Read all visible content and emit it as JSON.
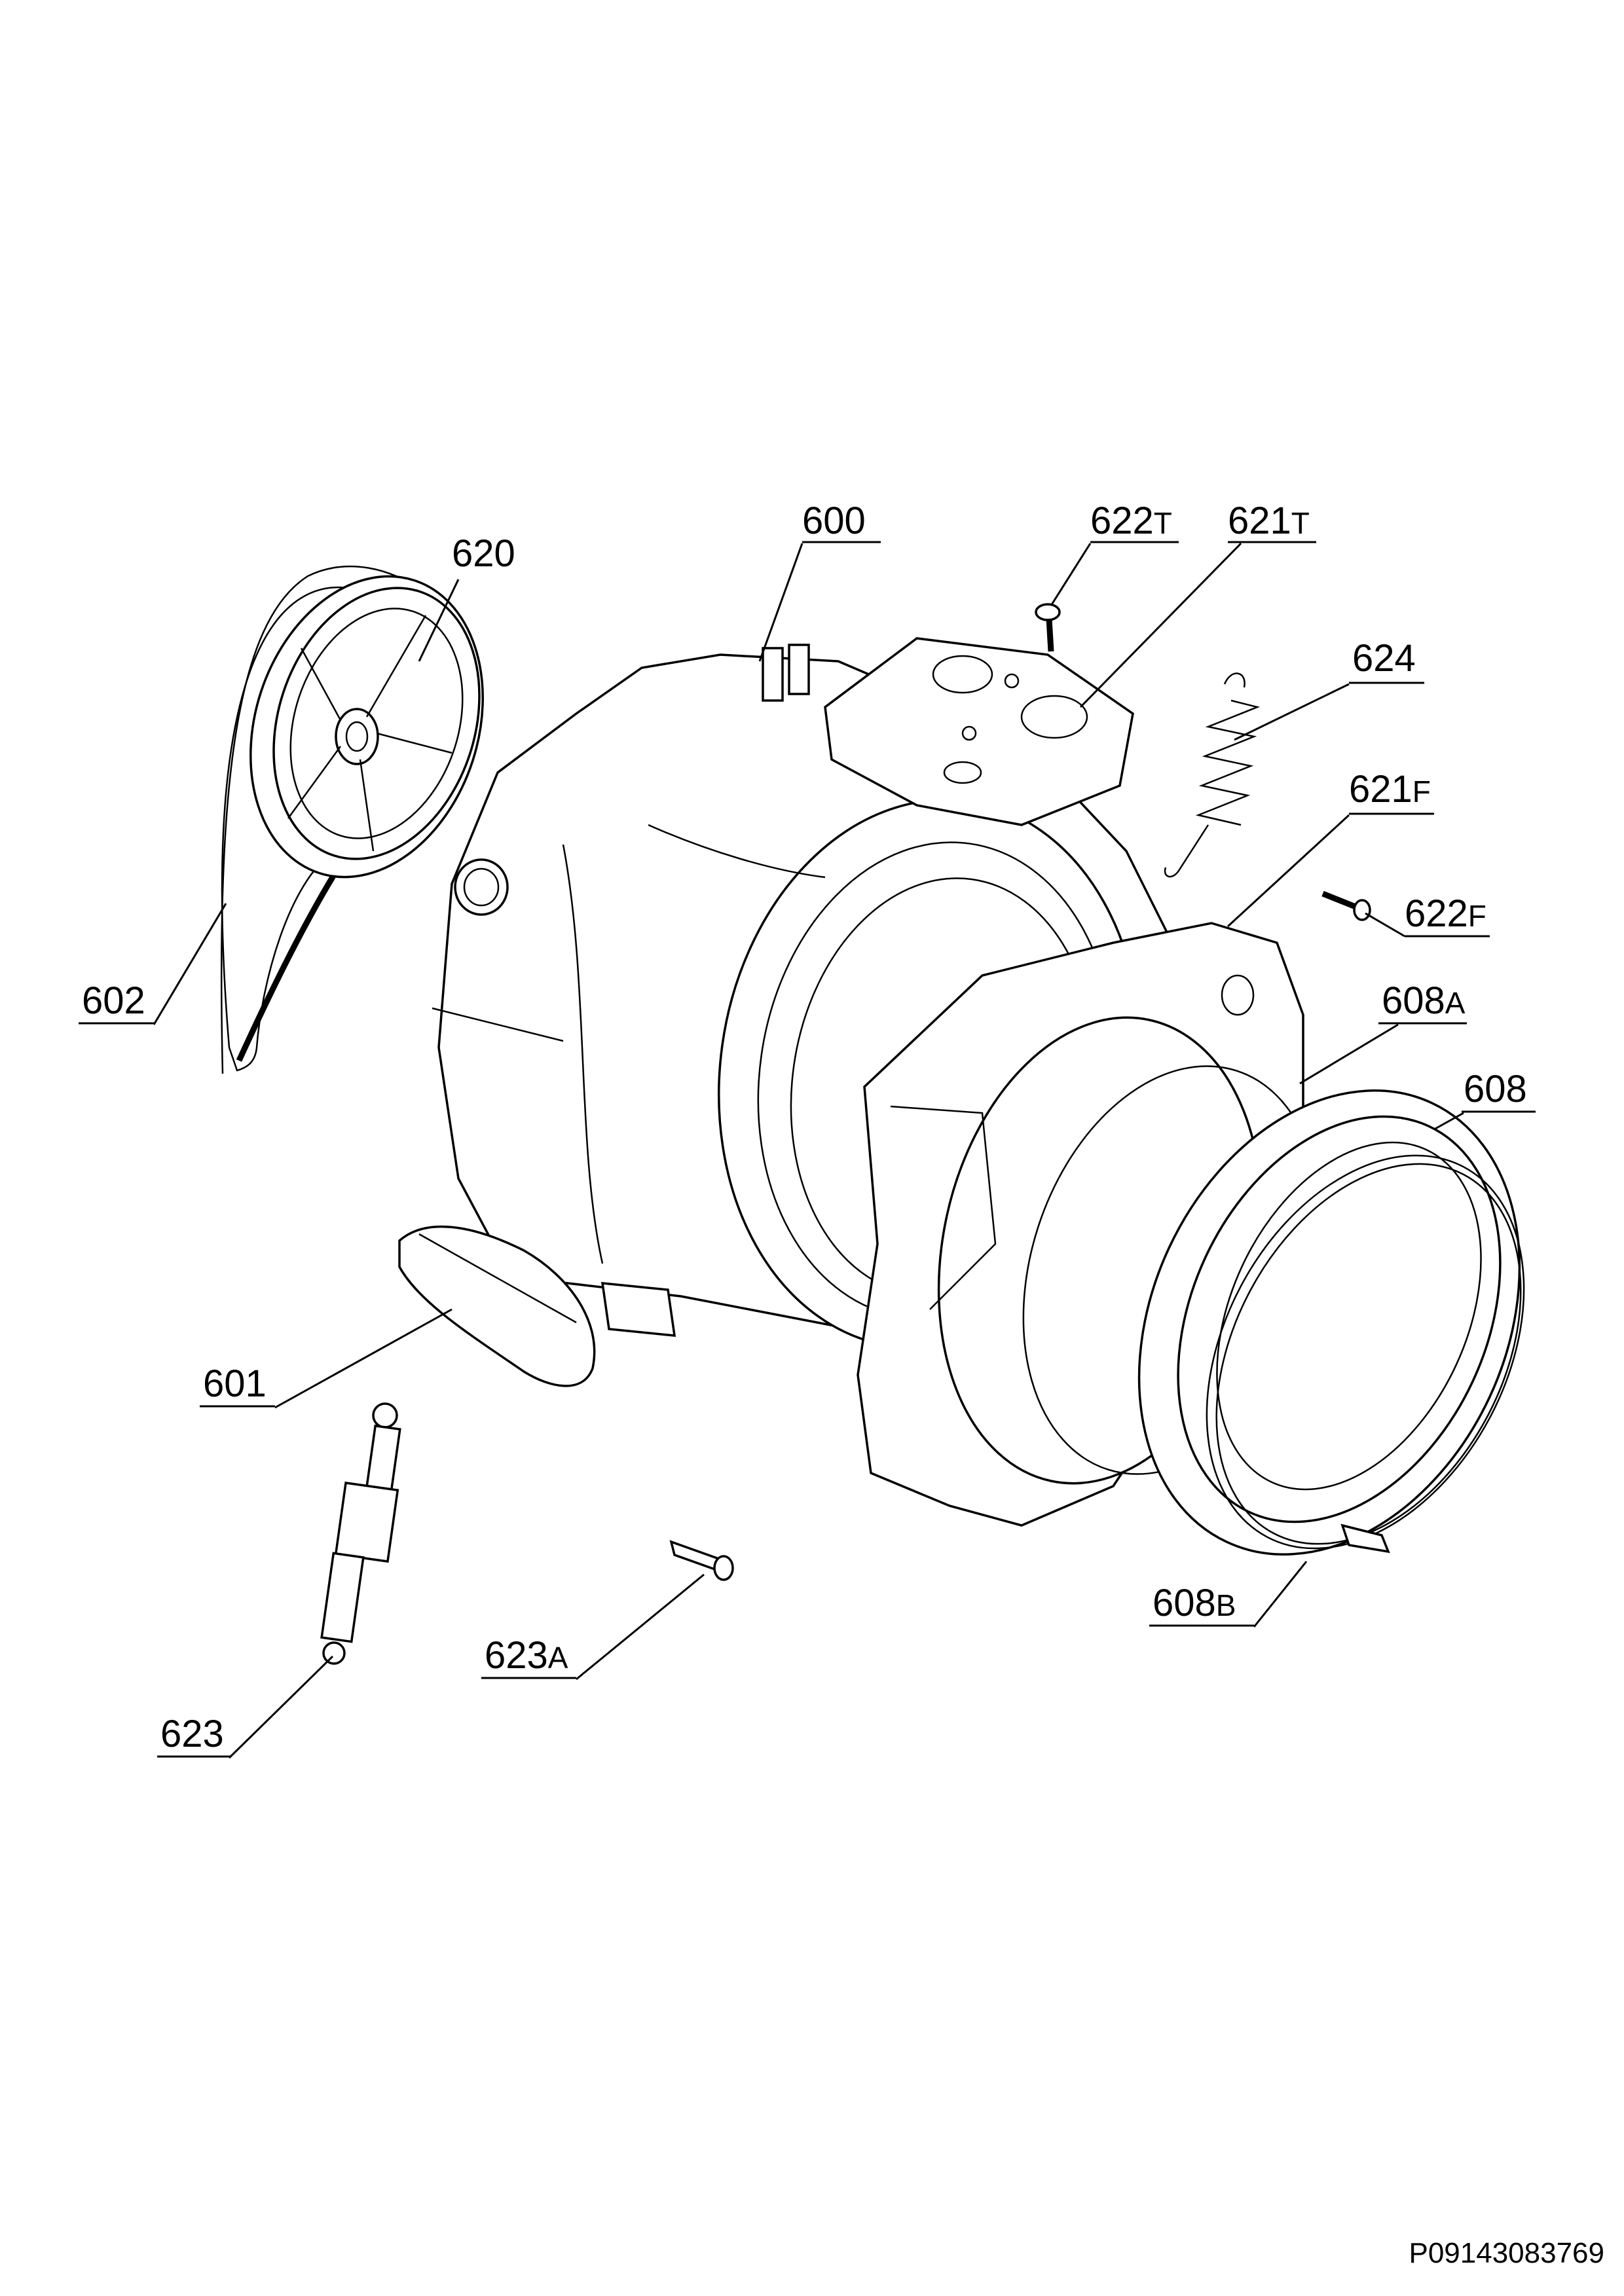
{
  "callouts": [
    {
      "id": "600",
      "num": "600",
      "suffix": ""
    },
    {
      "id": "620",
      "num": "620",
      "suffix": ""
    },
    {
      "id": "622T",
      "num": "622",
      "suffix": "T"
    },
    {
      "id": "621T",
      "num": "621",
      "suffix": "T"
    },
    {
      "id": "624",
      "num": "624",
      "suffix": ""
    },
    {
      "id": "621F",
      "num": "621",
      "suffix": "F"
    },
    {
      "id": "622F",
      "num": "622",
      "suffix": "F"
    },
    {
      "id": "602",
      "num": "602",
      "suffix": ""
    },
    {
      "id": "608A",
      "num": "608",
      "suffix": "A"
    },
    {
      "id": "608",
      "num": "608",
      "suffix": ""
    },
    {
      "id": "601",
      "num": "601",
      "suffix": ""
    },
    {
      "id": "623A",
      "num": "623",
      "suffix": "A"
    },
    {
      "id": "608B",
      "num": "608",
      "suffix": "B"
    },
    {
      "id": "623",
      "num": "623",
      "suffix": ""
    }
  ],
  "document_code": "P09143083769"
}
